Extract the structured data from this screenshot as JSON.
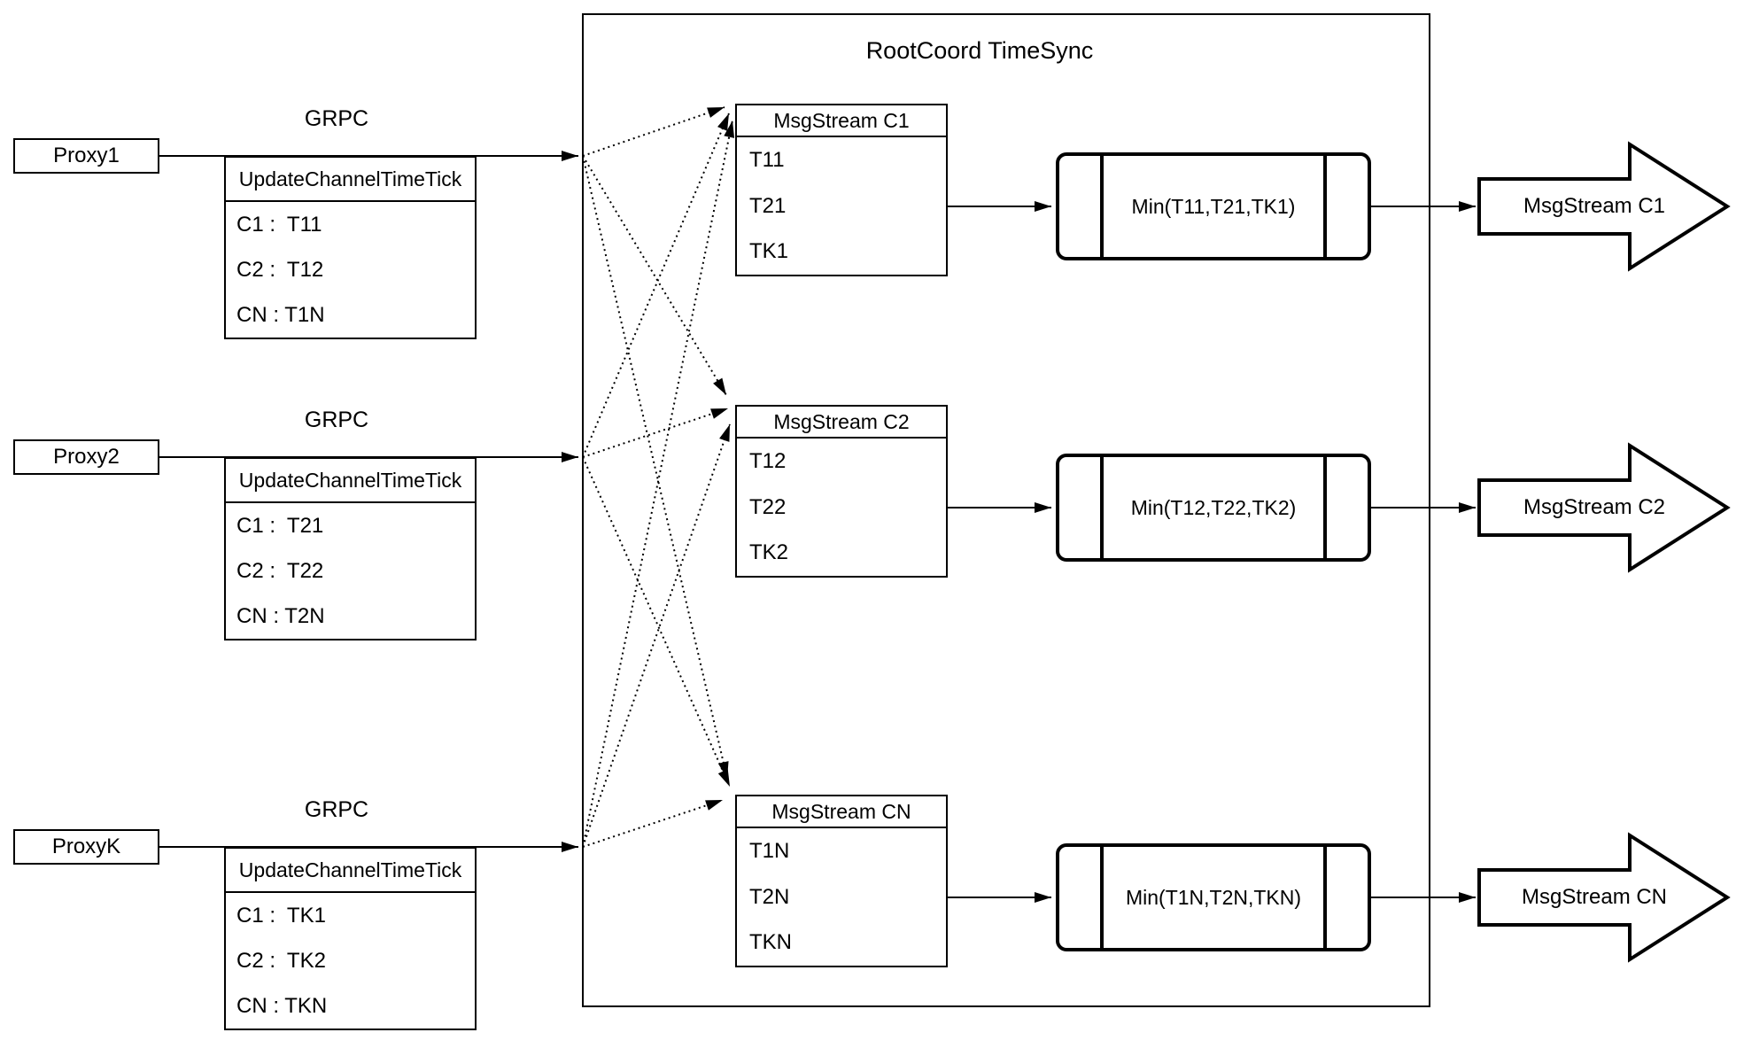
{
  "diagram": {
    "container_title": "RootCoord TimeSync",
    "proxies": [
      {
        "name": "Proxy1",
        "grpc": "GRPC",
        "message": {
          "title": "UpdateChannelTimeTick",
          "rows": [
            "C1 :  T11",
            "C2 :  T12",
            "CN : T1N"
          ]
        }
      },
      {
        "name": "Proxy2",
        "grpc": "GRPC",
        "message": {
          "title": "UpdateChannelTimeTick",
          "rows": [
            "C1 :  T21",
            "C2 :  T22",
            "CN : T2N"
          ]
        }
      },
      {
        "name": "ProxyK",
        "grpc": "GRPC",
        "message": {
          "title": "UpdateChannelTimeTick",
          "rows": [
            "C1 :  TK1",
            "C2 :  TK2",
            "CN : TKN"
          ]
        }
      }
    ],
    "channels": [
      {
        "stream_title": "MsgStream C1",
        "ticks": [
          "T11",
          "T21",
          "TK1"
        ],
        "min_expr": "Min(T11,T21,TK1)",
        "output": "MsgStream C1"
      },
      {
        "stream_title": "MsgStream C2",
        "ticks": [
          "T12",
          "T22",
          "TK2"
        ],
        "min_expr": "Min(T12,T22,TK2)",
        "output": "MsgStream C2"
      },
      {
        "stream_title": "MsgStream CN",
        "ticks": [
          "T1N",
          "T2N",
          "TKN"
        ],
        "min_expr": "Min(T1N,T2N,TKN)",
        "output": "MsgStream CN"
      }
    ],
    "colors": {
      "stroke": "#000000",
      "background": "#ffffff"
    }
  }
}
